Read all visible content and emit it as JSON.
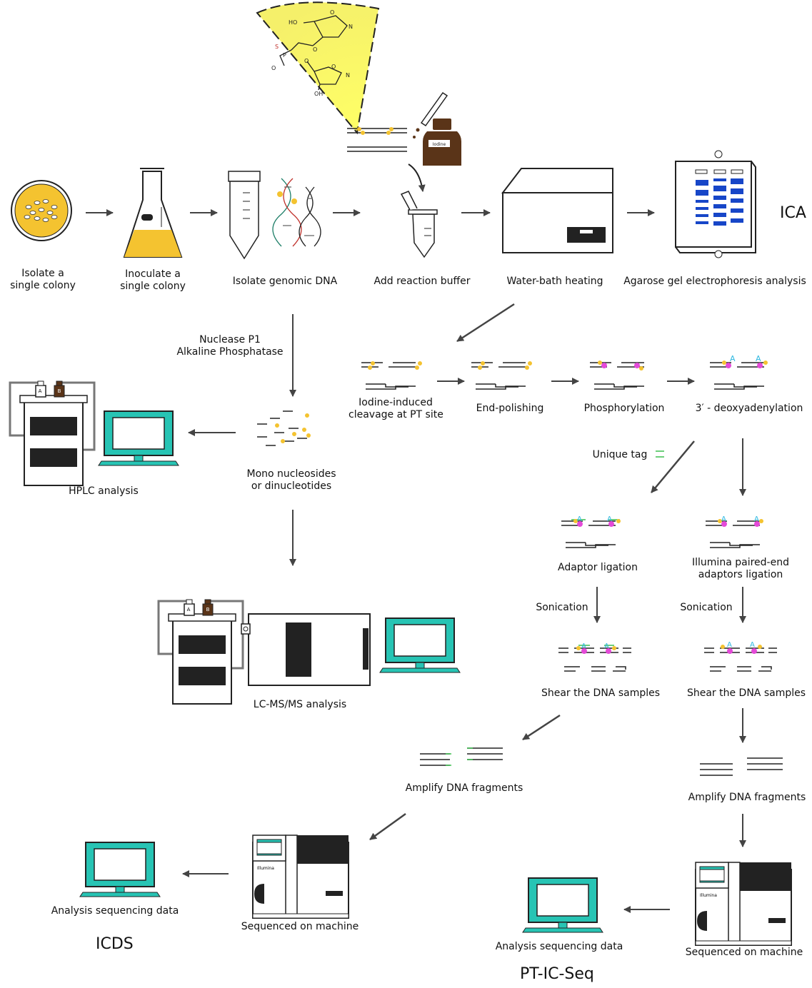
{
  "steps": {
    "isolate_colony": {
      "line1": "Isolate a",
      "line2": "single colony"
    },
    "inoculate": {
      "line1": "Inoculate a",
      "line2": "single colony"
    },
    "isolate_dna": "Isolate genomic DNA",
    "add_buffer": "Add  reaction buffer",
    "water_bath": "Water-bath heating",
    "agarose": "Agarose gel electrophoresis analysis",
    "enzymes": {
      "line1": "Nuclease P1",
      "line2": "Alkaline Phosphatase"
    },
    "mono": {
      "line1": "Mono nucleosides",
      "line2": "or dinucleotides"
    },
    "hplc": "HPLC analysis",
    "lcms": "LC-MS/MS analysis",
    "cleavage": {
      "line1": "Iodine-induced",
      "line2": "cleavage at PT site"
    },
    "end_polishing": "End-polishing",
    "phosphorylation": "Phosphorylation",
    "deoxyadenylation": "3′  - deoxyadenylation",
    "unique_tag": "Unique tag",
    "adaptor_ligation": "Adaptor ligation",
    "illumina_ligation": {
      "line1": "Illumina paired-end",
      "line2": "adaptors ligation"
    },
    "sonication_left": "Sonication",
    "sonication_right": "Sonication",
    "shear_left": "Shear the DNA samples",
    "shear_right": "Shear the DNA samples",
    "amplify_left": "Amplify DNA fragments",
    "amplify_right": "Amplify DNA fragments",
    "sequenced_left": "Sequenced on machine",
    "sequenced_right": "Sequenced on machine",
    "analysis_left": "Analysis sequencing data",
    "analysis_right": "Analysis sequencing data"
  },
  "methods": {
    "ica": "ICA",
    "icds": "ICDS",
    "ptics": "PT-IC-Seq"
  },
  "device_text": {
    "iodine_bottle": "Iodine",
    "bottle_a": "A",
    "bottle_b": "B",
    "illumina": "Illumina",
    "adenine": "A",
    "phosphorus": "P",
    "sulfur": "S",
    "hydroxyl": "HO",
    "hydroxyl2": "OH",
    "oxygen": "O",
    "nitrogen": "N"
  },
  "colors": {
    "yellow": "#f4c330",
    "teal": "#27c4b4",
    "gel_blue": "#1746c8",
    "brown": "#5a3418",
    "magenta": "#e44ad8",
    "green_tag": "#3cbf4f",
    "cyan_a": "#2fb8e0",
    "dark": "#222222",
    "arrow": "#444444"
  }
}
